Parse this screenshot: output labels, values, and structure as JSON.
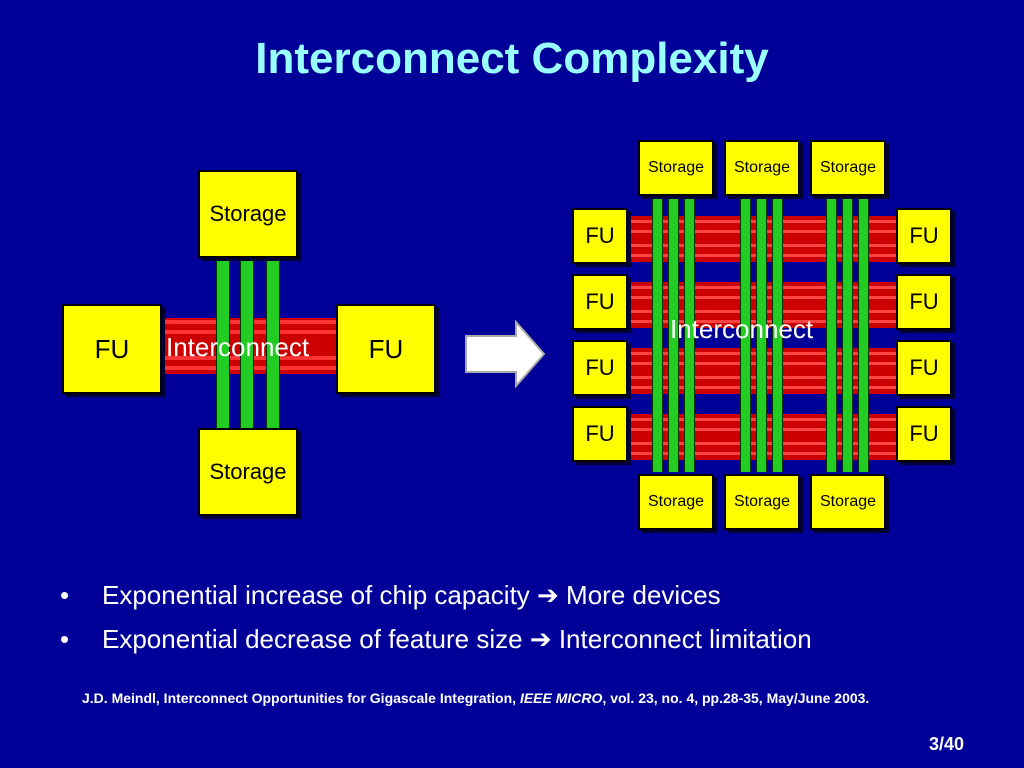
{
  "slide": {
    "title": "Interconnect Complexity",
    "page_number": "3/40"
  },
  "left_diagram": {
    "storage_top": "Storage",
    "storage_bottom": "Storage",
    "fu_left": "FU",
    "fu_right": "FU",
    "interconnect": "Interconnect"
  },
  "right_diagram": {
    "storage_top": [
      "Storage",
      "Storage",
      "Storage"
    ],
    "storage_bottom": [
      "Storage",
      "Storage",
      "Storage"
    ],
    "fu_left": [
      "FU",
      "FU",
      "FU",
      "FU"
    ],
    "fu_right": [
      "FU",
      "FU",
      "FU",
      "FU"
    ],
    "interconnect": "Interconnect"
  },
  "bullets": [
    {
      "marker": "•",
      "text": "Exponential increase of chip capacity ➔ More devices"
    },
    {
      "marker": "•",
      "text": "Exponential decrease of feature size ➔ Interconnect limitation"
    }
  ],
  "citation": {
    "prefix": "J.D. Meindl, Interconnect Opportunities for Gigascale Integration, ",
    "journal": "IEEE MICRO",
    "suffix": ", vol. 23, no. 4, pp.28-35, May/June 2003."
  },
  "colors": {
    "background": "#000099",
    "title": "#99ffff",
    "box": "#ffff00",
    "wire_red": "#ff0000",
    "wire_green": "#22cc22"
  }
}
